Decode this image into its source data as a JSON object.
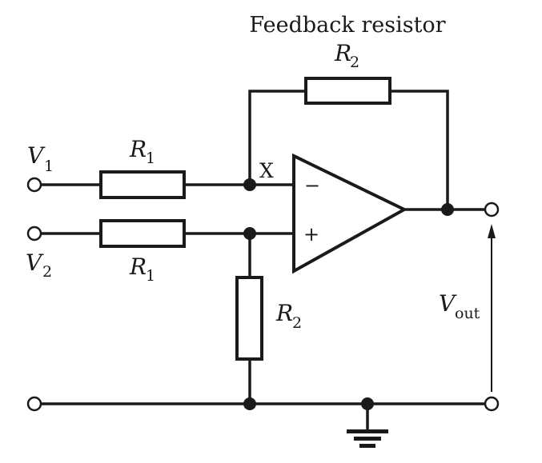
{
  "diagram": {
    "title": "Feedback resistor",
    "type": "differential amplifier circuit",
    "labels": {
      "feedback_resistor_caption": "Feedback resistor",
      "r2_feedback": {
        "main": "R",
        "sub": "2"
      },
      "r1_top": {
        "main": "R",
        "sub": "1"
      },
      "r1_bottom": {
        "main": "R",
        "sub": "1"
      },
      "r2_ground": {
        "main": "R",
        "sub": "2"
      },
      "v1": {
        "main": "V",
        "sub": "1"
      },
      "v2": {
        "main": "V",
        "sub": "2"
      },
      "vout": {
        "main": "V",
        "sub": "out"
      },
      "node_x": "X",
      "inverting_input": "−",
      "noninverting_input": "+"
    },
    "components": [
      {
        "id": "R1-top",
        "type": "resistor",
        "label": "R1",
        "between": [
          "V1",
          "X"
        ]
      },
      {
        "id": "R1-bottom",
        "type": "resistor",
        "label": "R1",
        "between": [
          "V2",
          "non-inverting input"
        ]
      },
      {
        "id": "R2-feedback",
        "type": "resistor",
        "label": "R2",
        "between": [
          "X",
          "output"
        ]
      },
      {
        "id": "R2-ground",
        "type": "resistor",
        "label": "R2",
        "between": [
          "non-inverting input",
          "ground"
        ]
      },
      {
        "id": "opamp",
        "type": "operational amplifier",
        "inputs": [
          "-",
          "+"
        ]
      },
      {
        "id": "ground",
        "type": "ground symbol"
      }
    ]
  }
}
